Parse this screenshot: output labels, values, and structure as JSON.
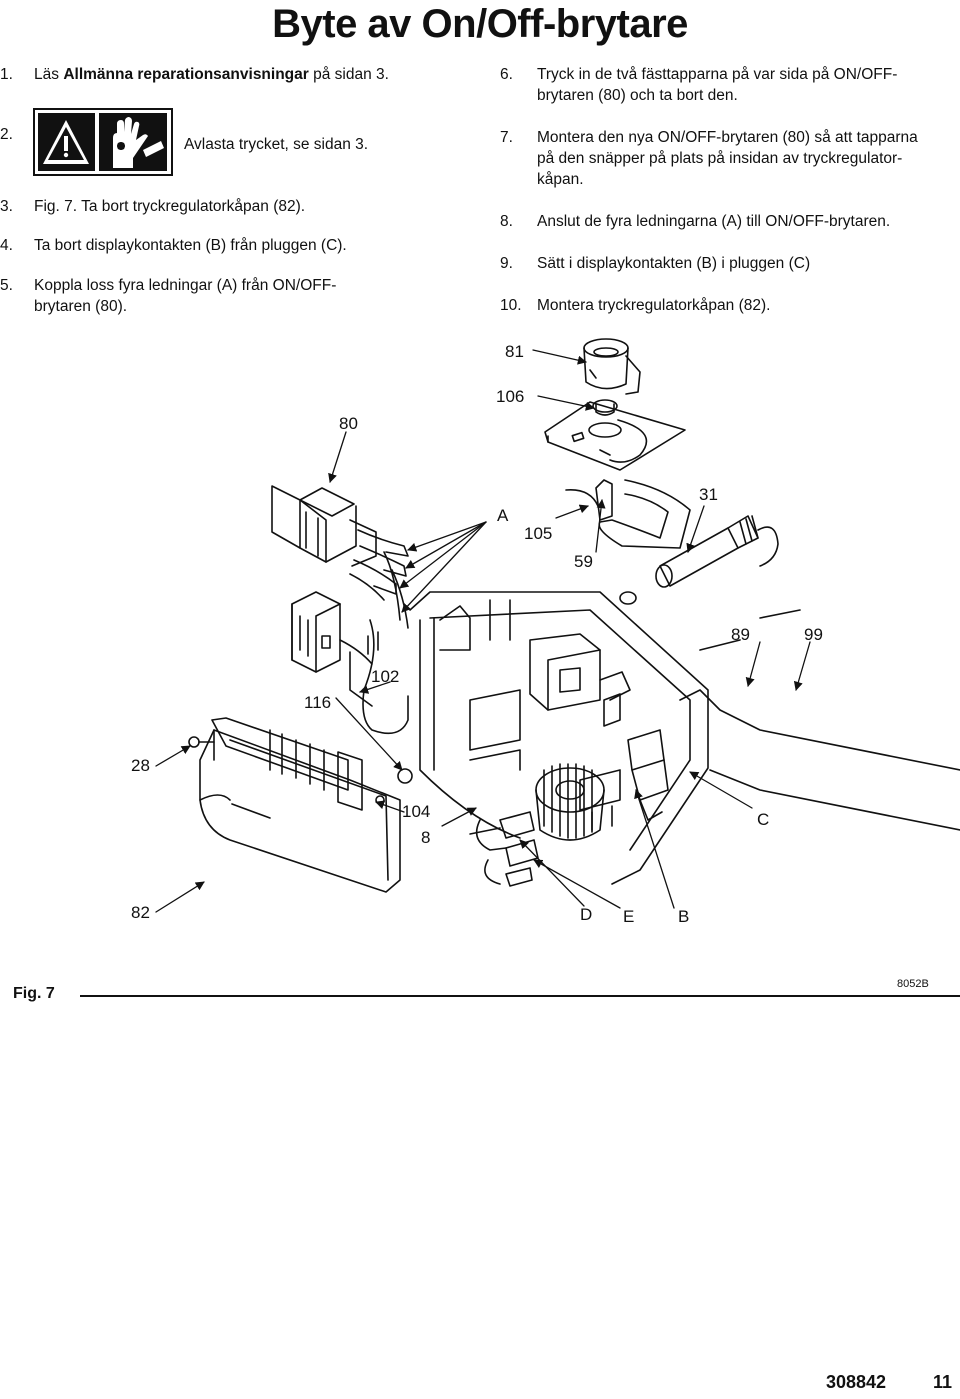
{
  "page": {
    "title": "Byte av On/Off-brytare",
    "doc_number": "308842",
    "page_number": "11"
  },
  "steps_left": [
    {
      "num": "1.",
      "pre": "Läs ",
      "bold": "Allmänna reparationsanvisningar",
      "post": " på sidan 3."
    },
    {
      "num": "2.",
      "text": "Avlasta trycket, se sidan 3."
    },
    {
      "num": "3.",
      "text": "Fig. 7. Ta bort tryckregulatorkåpan (82)."
    },
    {
      "num": "4.",
      "text": "Ta bort displaykontakten (B) från pluggen (C)."
    },
    {
      "num": "5.",
      "line1": "Koppla loss fyra ledningar (A) från ON/OFF-",
      "line2": "brytaren (80)."
    }
  ],
  "steps_right": [
    {
      "num": "6.",
      "line1": "Tryck in de två fästtapparna på var sida på ON/OFF-",
      "line2": "brytaren (80) och ta bort den."
    },
    {
      "num": "7.",
      "line1": "Montera den nya ON/OFF-brytaren (80) så att tapparna",
      "line2": "på den snäpper på plats på insidan av tryckregulator-",
      "line3": "kåpan."
    },
    {
      "num": "8.",
      "text": "Anslut de fyra ledningarna (A) till ON/OFF-brytaren."
    },
    {
      "num": "9.",
      "text": "Sätt i displaykontakten (B) i pluggen (C)"
    },
    {
      "num": "10.",
      "text": "Montera tryckregulatorkåpan (82)."
    }
  ],
  "figure": {
    "label": "Fig. 7",
    "code": "8052B",
    "callouts": [
      "81",
      "106",
      "80",
      "A",
      "105",
      "59",
      "31",
      "89",
      "99",
      "102",
      "116",
      "28",
      "104",
      "8",
      "C",
      "82",
      "D",
      "E",
      "B"
    ]
  },
  "icons": [
    "warning-triangle-icon",
    "hand-hazard-icon"
  ]
}
